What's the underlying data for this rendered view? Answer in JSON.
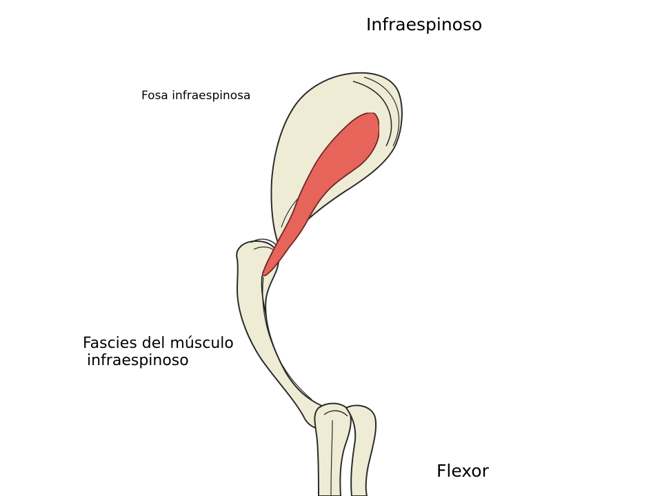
{
  "labels": {
    "title": "Infraespinoso",
    "fosa": "Fosa infraespinosa",
    "fascies_line1": "Fascies del músculo",
    "fascies_line2": "infraespinoso",
    "flexor": "Flexor"
  },
  "colors": {
    "background": "#ffffff",
    "bone": "#efecd6",
    "bone_outline": "#2a2a2a",
    "muscle": "#f26f63",
    "muscle_outline": "#1a1a1a",
    "text": "#000000"
  }
}
